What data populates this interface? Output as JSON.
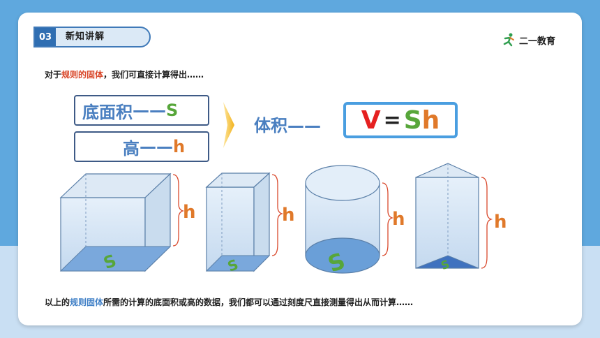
{
  "header": {
    "section_number": "03",
    "section_title": "新知讲解",
    "logo_text": "二一教育"
  },
  "intro": {
    "prefix": "对于",
    "highlight": "规则的固体",
    "suffix": "，我们可直接计算得出……"
  },
  "definitions": {
    "base_label": "底面积",
    "base_dash": "——",
    "base_symbol": "S",
    "height_label": "高",
    "height_dash": "——",
    "height_symbol": "h"
  },
  "volume": {
    "label": "体积",
    "dash": "——",
    "formula_v": "V",
    "formula_eq": "=",
    "formula_s": "S",
    "formula_h": "h"
  },
  "shapes": {
    "height_label": "h",
    "base_symbol": "S"
  },
  "outro": {
    "prefix": "以上的",
    "highlight": "规则固体",
    "suffix": "所需的计算的底面积或高的数据，我们都可以通过刻度尺直接测量得出从而计算……"
  },
  "colors": {
    "accent_blue": "#4a7fc0",
    "symbol_green": "#57a63a",
    "symbol_orange": "#e0792a",
    "formula_red": "#e52020",
    "header_blue": "#2f6eb2"
  }
}
